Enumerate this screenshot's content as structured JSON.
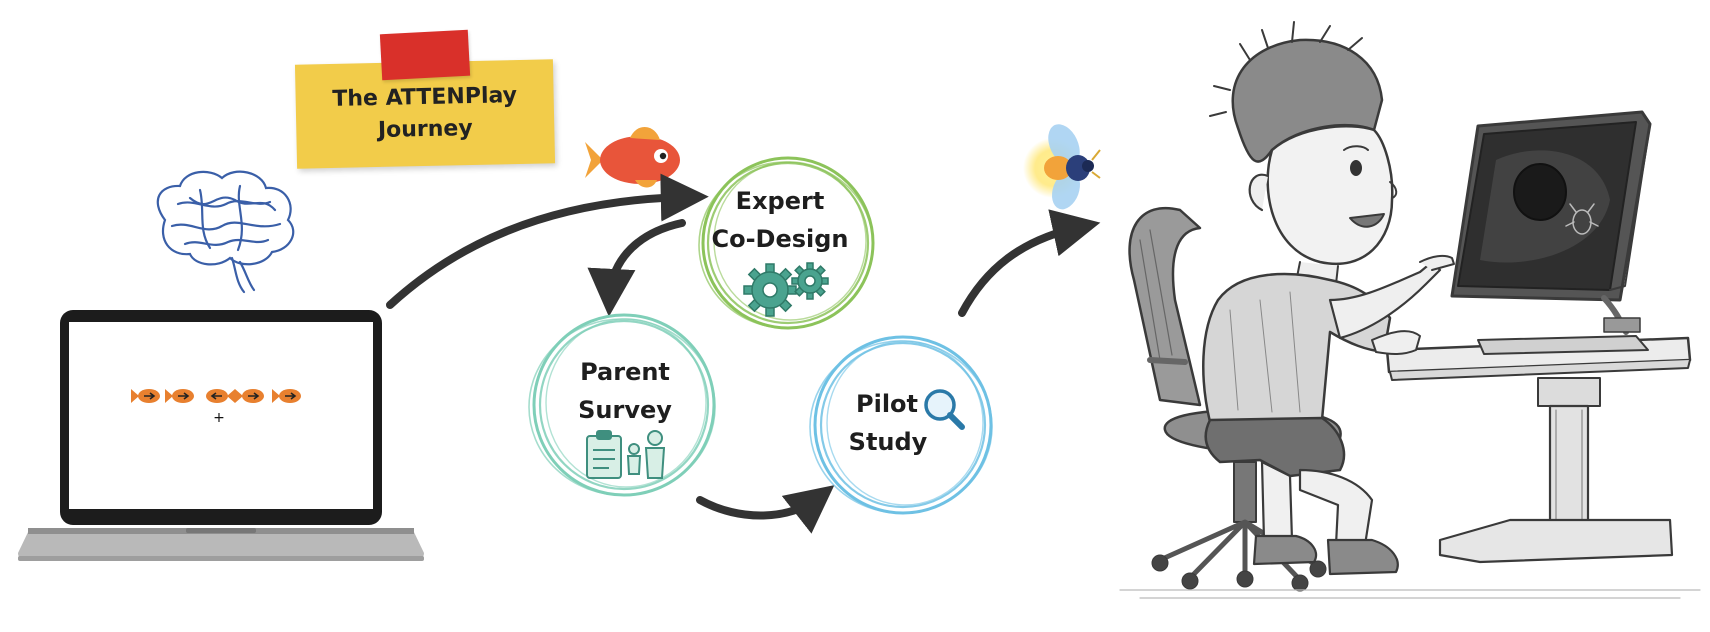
{
  "title": {
    "line1": "The ATTENPlay",
    "line2": "Journey"
  },
  "stages": {
    "expert": {
      "line1": "Expert",
      "line2": "Co-Design"
    },
    "parent": {
      "line1": "Parent",
      "line2": "Survey"
    },
    "pilot": {
      "line1": "Pilot",
      "line2": "Study"
    }
  },
  "laptop_screen": {
    "fish_directions": [
      "right",
      "right",
      "left",
      "right",
      "right"
    ],
    "fixation": "+"
  },
  "icons": [
    "brain-icon",
    "laptop-icon",
    "fish-icon",
    "gears-icon",
    "clipboard-icon",
    "family-icon",
    "magnifier-icon",
    "firefly-icon",
    "child-at-computer-illustration"
  ],
  "colors": {
    "note": "#f2cc4a",
    "tape": "#d9302a",
    "expert_ring": "#8cc35a",
    "parent_ring": "#7fcfb8",
    "pilot_ring": "#6ec1e4",
    "arrow": "#333333",
    "fish": "#e8553a",
    "brain": "#3a5fa8"
  }
}
